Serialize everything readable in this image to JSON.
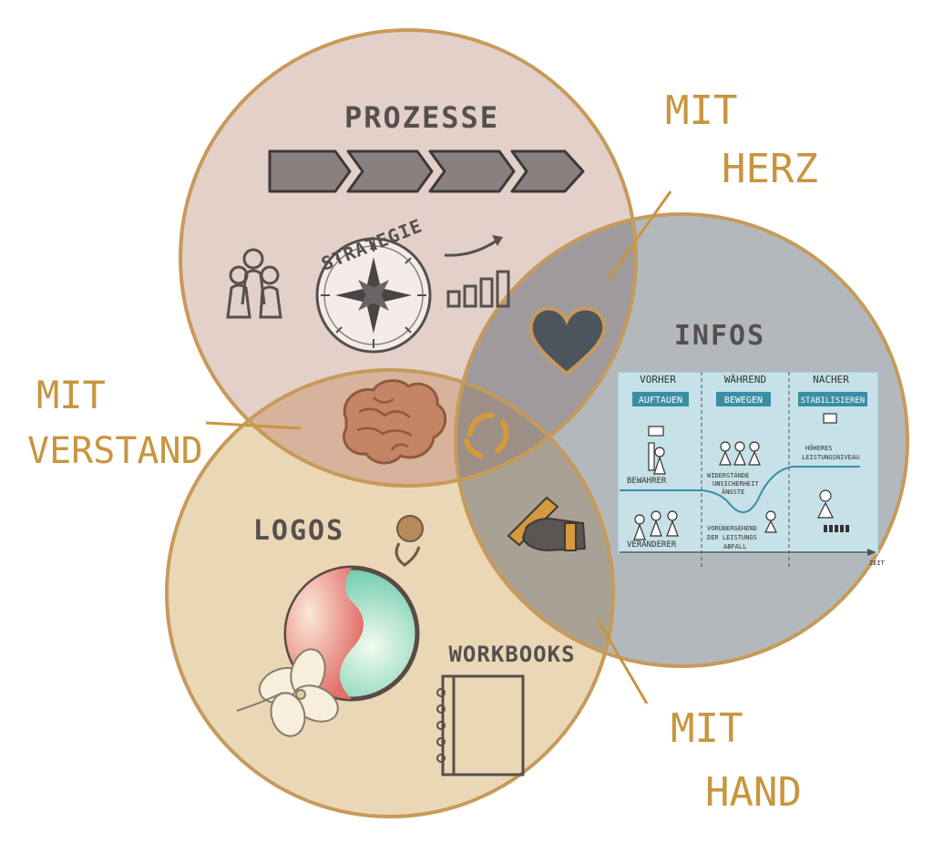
{
  "labels": {
    "prozesse": "PROZESSE",
    "strategie": "STRATEGIE",
    "infos": "INFOS",
    "logos": "LOGOS",
    "workbooks": "WORKBOOKS",
    "mit_herz_1": "MIT",
    "mit_herz_2": "HERZ",
    "mit_verstand_1": "MIT",
    "mit_verstand_2": "VERSTAND",
    "mit_hand_1": "MIT",
    "mit_hand_2": "HAND"
  },
  "infos_chart": {
    "columns": [
      {
        "header": "VORHER",
        "tag": "AUFTAUEN"
      },
      {
        "header": "WÄHREND",
        "tag": "BEWEGEN"
      },
      {
        "header": "NACHER",
        "tag": "STABILISIEREN"
      }
    ],
    "notes": {
      "bewahrer": "BEWAHRER",
      "veraenderer": "VERÄNDERER",
      "widerstand_1": "WIDERSTÄNDE",
      "widerstand_2": "UNSICHERHEIT",
      "widerstand_3": "ÄNGSTE",
      "voruebergehend_1": "VORÜBERGEHEND",
      "voruebergehend_2": "DER LEISTUNGS",
      "voruebergehend_3": "ABFALL",
      "hoeheres_1": "HÖHERES",
      "hoeheres_2": "LEISTUNGSNIVEAU",
      "zeit": "ZEIT"
    }
  },
  "colors": {
    "top_circle": "#e3d0c9",
    "right_circle": "#b3b8bd",
    "bottom_circle": "#ead7b6",
    "outline": "#c79a5a",
    "accent_text": "#c8953f",
    "dark_text": "#55504d",
    "chart_teal": "#3a8ea4",
    "chart_bg": "#c6e1e8"
  }
}
